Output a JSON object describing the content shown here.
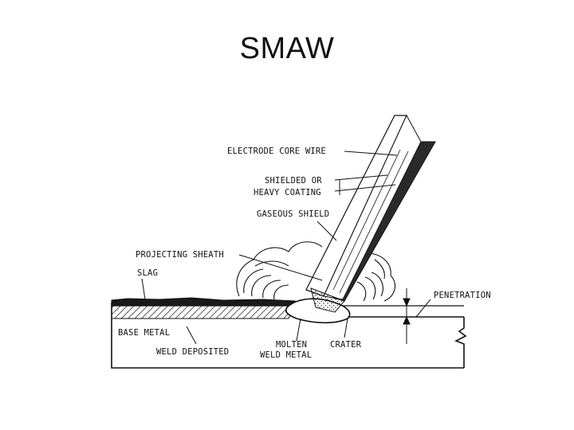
{
  "slide": {
    "title": "SMAW"
  },
  "diagram": {
    "labels": {
      "electrode_core_wire": "ELECTRODE CORE WIRE",
      "shielded_or": "SHIELDED OR",
      "heavy_coating": "HEAVY COATING",
      "gaseous_shield": "GASEOUS SHIELD",
      "projecting_sheath": "PROJECTING SHEATH",
      "slag": "SLAG",
      "penetration": "PENETRATION",
      "base_metal": "BASE METAL",
      "weld_deposited": "WELD DEPOSITED",
      "molten": "MOLTEN",
      "weld_metal": "WELD METAL",
      "crater": "CRATER"
    }
  }
}
